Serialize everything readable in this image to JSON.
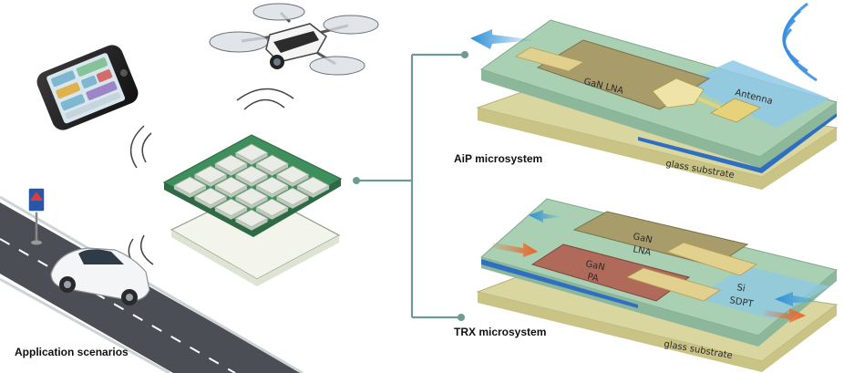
{
  "labels": {
    "application_scenarios": "Application scenarios",
    "aip_microsystem": "AiP microsystem",
    "trx_microsystem": "TRX microsystem"
  },
  "aip": {
    "lna_line1": "GaN LNA",
    "antenna": "Antenna",
    "substrate": "glass substrate"
  },
  "trx": {
    "lna_line1": "GaN",
    "lna_line2": "LNA",
    "pa_line1": "GaN",
    "pa_line2": "PA",
    "sdpt_line1": "Si",
    "sdpt_line2": "SDPT",
    "substrate": "glass substrate"
  },
  "icons": [
    "smartphone-icon",
    "drone-icon",
    "car-icon",
    "road-sign-icon",
    "chip-array-icon",
    "wireless-signal-icon"
  ],
  "colors": {
    "connector": "#6f9a92",
    "chip_green": "#3f8f5d",
    "board_glass": "#b8d6b4",
    "substrate": "#d9d6a0",
    "antenna_blue": "#8fc9e6",
    "lna_brown": "#a89d6a",
    "pa_red": "#b06a5a",
    "gold": "#d8c98a"
  }
}
